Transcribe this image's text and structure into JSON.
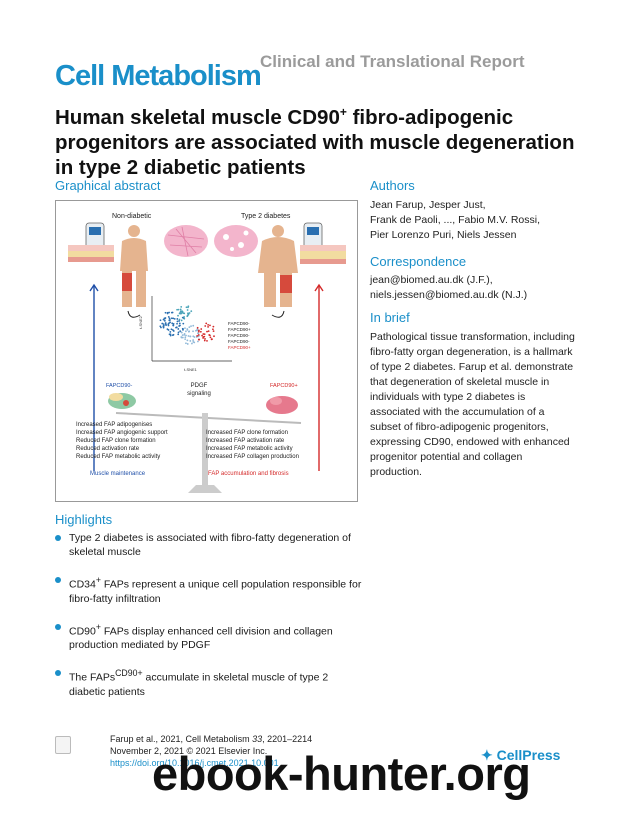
{
  "header": {
    "journal": "Cell Metabolism",
    "report_type": "Clinical and Translational Report"
  },
  "article": {
    "title_part1": "Human skeletal muscle CD90",
    "title_sup": "+",
    "title_part2": " fibro-adipogenic progenitors are associated with muscle degeneration in type 2 diabetic patients"
  },
  "graphical_abstract": {
    "heading": "Graphical abstract",
    "label_nondiabetic": "Non-diabetic",
    "label_t2d": "Type 2 diabetes",
    "axis_y": "t-SNE2",
    "axis_x": "t-SNE1",
    "legend": [
      "FAPCD90-",
      "FAPCD90+",
      "FAPCD90-",
      "FAPCD90-",
      "FAPCD90+"
    ],
    "fap_left": "FAPCD90-",
    "fap_right": "FAPCD90+",
    "pdgf": "PDGF",
    "signaling": "signaling",
    "left_list": [
      "Increased FAP adipogenises",
      "Increased FAP angiogenic support",
      "Reduced FAP clone formation",
      "Reduced activation rate",
      "Reduced FAP metabolic activity"
    ],
    "right_list": [
      "Increased FAP clone formation",
      "Increased FAP activation rate",
      "Increased FAP metabolic activity",
      "Increased  FAP collagen production"
    ],
    "left_outcome": "Muscle maintenance",
    "right_outcome": "FAP accumulation and fibrosis"
  },
  "authors": {
    "heading": "Authors",
    "line1": "Jean Farup, Jesper Just,",
    "line2": "Frank de Paoli, ..., Fabio M.V. Rossi,",
    "line3": "Pier Lorenzo Puri, Niels Jessen"
  },
  "correspondence": {
    "heading": "Correspondence",
    "line1": "jean@biomed.au.dk (J.F.),",
    "line2": "niels.jessen@biomed.au.dk (N.J.)"
  },
  "in_brief": {
    "heading": "In brief",
    "text": "Pathological tissue transformation, including fibro-fatty organ degeneration, is a hallmark of type 2 diabetes. Farup et al. demonstrate that degeneration of skeletal muscle in individuals with type 2 diabetes is associated with the accumulation of a subset of fibro-adipogenic progenitors, expressing CD90, endowed with enhanced progenitor potential and collagen production."
  },
  "highlights": {
    "heading": "Highlights",
    "items": [
      {
        "pre": "Type 2 diabetes is associated with fibro-fatty degeneration of skeletal muscle",
        "sup": "",
        "post": ""
      },
      {
        "pre": "CD34",
        "sup": "+",
        "post": " FAPs represent a unique cell population responsible for fibro-fatty infiltration"
      },
      {
        "pre": "CD90",
        "sup": "+",
        "post": " FAPs display enhanced cell division and collagen production mediated by PDGF"
      },
      {
        "pre": "The FAPs",
        "sup": "CD90+",
        "post": " accumulate in skeletal muscle of type 2 diabetic patients"
      }
    ]
  },
  "citation": {
    "line1_pre": "Farup et al., 2021, Cell Metabolism ",
    "line1_vol": "33",
    "line1_post": ", 2201–2214",
    "line2": "November 2, 2021 © 2021 Elsevier Inc.",
    "doi": "https://doi.org/10.1016/j.cmet.2021.10.001"
  },
  "publisher": "CellPress",
  "watermark": "ebook-hunter.org",
  "colors": {
    "accent": "#1a8fc9",
    "blue": "#1f4fa8",
    "red": "#d42a2a"
  }
}
